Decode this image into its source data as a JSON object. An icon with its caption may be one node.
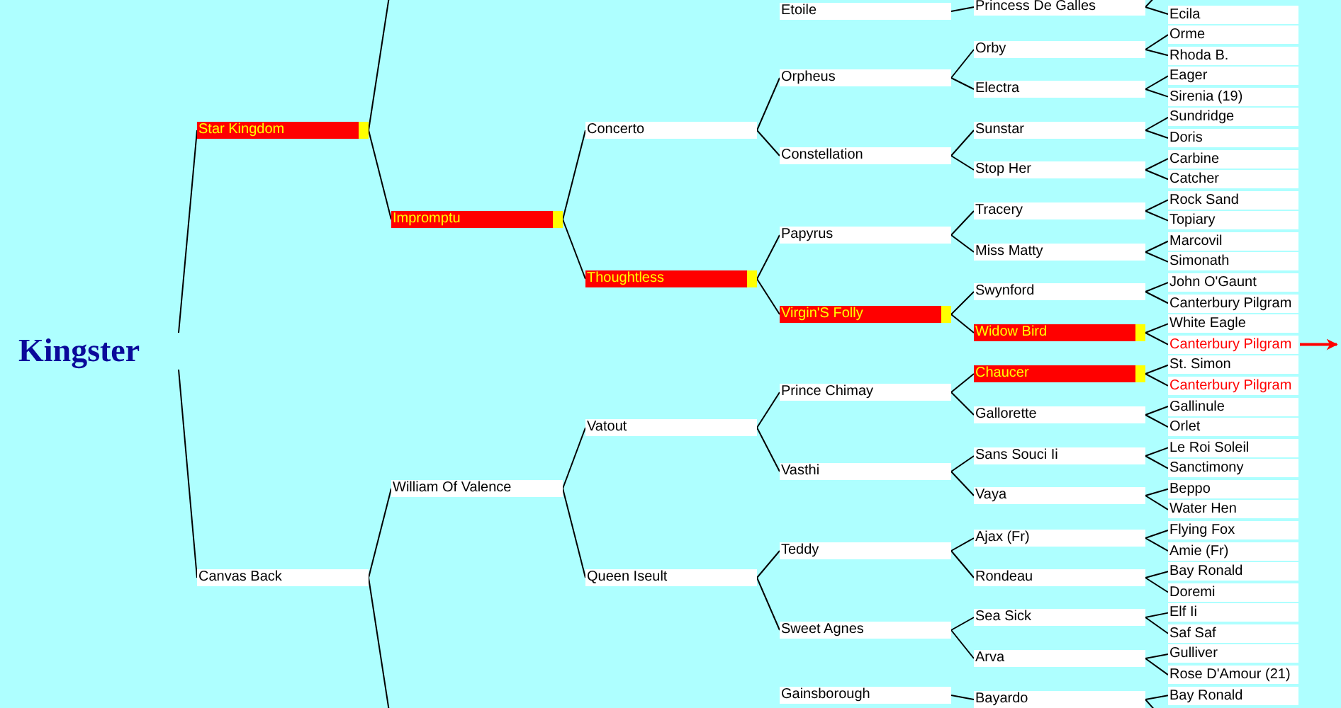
{
  "diagram": {
    "nodes": [
      {
        "text": [
          "Kingster"
        ]
      },
      {
        "text": [
          "Star Kingdom"
        ]
      },
      {
        "text": [
          "Canvas Back"
        ]
      },
      {
        "text": [
          "Impromptu"
        ]
      },
      {
        "text": [
          "William Of Valence"
        ]
      },
      {
        "text": [
          "Concerto"
        ]
      },
      {
        "text": [
          "Thoughtless"
        ]
      },
      {
        "text": [
          "Vatout"
        ]
      },
      {
        "text": [
          "Queen Iseult"
        ]
      },
      {
        "text": [
          "Etoile"
        ]
      },
      {
        "text": [
          "Orpheus"
        ]
      },
      {
        "text": [
          "Constellation"
        ]
      },
      {
        "text": [
          "Papyrus"
        ]
      },
      {
        "text": [
          "Virgin'S Folly"
        ]
      },
      {
        "text": [
          "Prince Chimay"
        ]
      },
      {
        "text": [
          "Vasthi"
        ]
      },
      {
        "text": [
          "Teddy"
        ]
      },
      {
        "text": [
          "Sweet Agnes"
        ]
      },
      {
        "text": [
          "Gainsborough"
        ]
      },
      {
        "text": [
          "Princess De Galles"
        ]
      },
      {
        "text": [
          "Orby"
        ]
      },
      {
        "text": [
          "Electra"
        ]
      },
      {
        "text": [
          "Sunstar"
        ]
      },
      {
        "text": [
          "Stop Her"
        ]
      },
      {
        "text": [
          "Tracery"
        ]
      },
      {
        "text": [
          "Miss Matty"
        ]
      },
      {
        "text": [
          "Swynford"
        ]
      },
      {
        "text": [
          "Widow Bird"
        ]
      },
      {
        "text": [
          "Chaucer"
        ]
      },
      {
        "text": [
          "Gallorette"
        ]
      },
      {
        "text": [
          "Sans Souci Ii"
        ]
      },
      {
        "text": [
          "Vaya"
        ]
      },
      {
        "text": [
          "Ajax (Fr)"
        ]
      },
      {
        "text": [
          "Rondeau"
        ]
      },
      {
        "text": [
          "Sea Sick"
        ]
      },
      {
        "text": [
          "Arva"
        ]
      },
      {
        "text": [
          "Bayardo"
        ]
      },
      {
        "text": [
          "Ecila"
        ]
      },
      {
        "text": [
          "Orme"
        ]
      },
      {
        "text": [
          "Rhoda B."
        ]
      },
      {
        "text": [
          "Eager"
        ]
      },
      {
        "text": [
          "Sirenia (19)"
        ]
      },
      {
        "text": [
          "Sundridge"
        ]
      },
      {
        "text": [
          "Doris"
        ]
      },
      {
        "text": [
          "Carbine"
        ]
      },
      {
        "text": [
          "Catcher"
        ]
      },
      {
        "text": [
          "Rock Sand"
        ]
      },
      {
        "text": [
          "Topiary"
        ]
      },
      {
        "text": [
          "Marcovil"
        ]
      },
      {
        "text": [
          "Simonath"
        ]
      },
      {
        "text": [
          "John O'Gaunt"
        ]
      },
      {
        "text": [
          "Canterbury Pilgram"
        ]
      },
      {
        "text": [
          "White Eagle"
        ]
      },
      {
        "text": [
          "Canterbury Pilgram"
        ]
      },
      {
        "text": [
          "St. Simon"
        ]
      },
      {
        "text": [
          "Canterbury Pilgram"
        ]
      },
      {
        "text": [
          "Gallinule"
        ]
      },
      {
        "text": [
          "Orlet"
        ]
      },
      {
        "text": [
          "Le Roi Soleil"
        ]
      },
      {
        "text": [
          "Sanctimony"
        ]
      },
      {
        "text": [
          "Beppo"
        ]
      },
      {
        "text": [
          "Water Hen"
        ]
      },
      {
        "text": [
          "Flying Fox"
        ]
      },
      {
        "text": [
          "Amie (Fr)"
        ]
      },
      {
        "text": [
          "Bay Ronald"
        ]
      },
      {
        "text": [
          "Doremi"
        ]
      },
      {
        "text": [
          "Elf Ii"
        ]
      },
      {
        "text": [
          "Saf Saf"
        ]
      },
      {
        "text": [
          "Gulliver"
        ]
      },
      {
        "text": [
          "Rose D'Amour (21)"
        ]
      },
      {
        "text": [
          "Bay Ronald"
        ]
      }
    ],
    "edges": [
      {
        "from": 0,
        "to": 1,
        "arrow": "none"
      },
      {
        "from": 0,
        "to": 2,
        "arrow": "none"
      },
      {
        "from": 1,
        "to": null,
        "arrow": "none"
      },
      {
        "from": 1,
        "to": 3,
        "arrow": "none"
      },
      {
        "from": 2,
        "to": 4,
        "arrow": "none"
      },
      {
        "from": 2,
        "to": null,
        "arrow": "none"
      },
      {
        "from": 3,
        "to": 5,
        "arrow": "none"
      },
      {
        "from": 3,
        "to": 6,
        "arrow": "none"
      },
      {
        "from": 4,
        "to": 7,
        "arrow": "none"
      },
      {
        "from": 4,
        "to": 8,
        "arrow": "none"
      },
      {
        "from": 5,
        "to": 10,
        "arrow": "none"
      },
      {
        "from": 5,
        "to": 11,
        "arrow": "none"
      },
      {
        "from": 6,
        "to": 12,
        "arrow": "none"
      },
      {
        "from": 6,
        "to": 13,
        "arrow": "none"
      },
      {
        "from": 7,
        "to": 14,
        "arrow": "none"
      },
      {
        "from": 7,
        "to": 15,
        "arrow": "none"
      },
      {
        "from": 8,
        "to": 16,
        "arrow": "none"
      },
      {
        "from": 8,
        "to": 17,
        "arrow": "none"
      },
      {
        "from": 9,
        "to": 19,
        "arrow": "none"
      },
      {
        "from": 10,
        "to": 20,
        "arrow": "none"
      },
      {
        "from": 10,
        "to": 21,
        "arrow": "none"
      },
      {
        "from": 11,
        "to": 22,
        "arrow": "none"
      },
      {
        "from": 11,
        "to": 23,
        "arrow": "none"
      },
      {
        "from": 12,
        "to": 24,
        "arrow": "none"
      },
      {
        "from": 12,
        "to": 25,
        "arrow": "none"
      },
      {
        "from": 13,
        "to": 26,
        "arrow": "none"
      },
      {
        "from": 13,
        "to": 27,
        "arrow": "none"
      },
      {
        "from": 14,
        "to": 28,
        "arrow": "none"
      },
      {
        "from": 14,
        "to": 29,
        "arrow": "none"
      },
      {
        "from": 15,
        "to": 30,
        "arrow": "none"
      },
      {
        "from": 15,
        "to": 31,
        "arrow": "none"
      },
      {
        "from": 16,
        "to": 32,
        "arrow": "none"
      },
      {
        "from": 16,
        "to": 33,
        "arrow": "none"
      },
      {
        "from": 17,
        "to": 34,
        "arrow": "none"
      },
      {
        "from": 17,
        "to": 35,
        "arrow": "none"
      },
      {
        "from": 18,
        "to": 36,
        "arrow": "none"
      },
      {
        "from": 19,
        "to": null,
        "arrow": "none"
      },
      {
        "from": 19,
        "to": 37,
        "arrow": "none"
      },
      {
        "from": 20,
        "to": 38,
        "arrow": "none"
      },
      {
        "from": 20,
        "to": 39,
        "arrow": "none"
      },
      {
        "from": 21,
        "to": 40,
        "arrow": "none"
      },
      {
        "from": 21,
        "to": 41,
        "arrow": "none"
      },
      {
        "from": 22,
        "to": 42,
        "arrow": "none"
      },
      {
        "from": 22,
        "to": 43,
        "arrow": "none"
      },
      {
        "from": 23,
        "to": 44,
        "arrow": "none"
      },
      {
        "from": 23,
        "to": 45,
        "arrow": "none"
      },
      {
        "from": 24,
        "to": 46,
        "arrow": "none"
      },
      {
        "from": 24,
        "to": 47,
        "arrow": "none"
      },
      {
        "from": 25,
        "to": 48,
        "arrow": "none"
      },
      {
        "from": 25,
        "to": 49,
        "arrow": "none"
      },
      {
        "from": 26,
        "to": 50,
        "arrow": "none"
      },
      {
        "from": 26,
        "to": 51,
        "arrow": "none"
      },
      {
        "from": 27,
        "to": 52,
        "arrow": "none"
      },
      {
        "from": 27,
        "to": 53,
        "arrow": "none"
      },
      {
        "from": 28,
        "to": 54,
        "arrow": "none"
      },
      {
        "from": 28,
        "to": 55,
        "arrow": "none"
      },
      {
        "from": 29,
        "to": 56,
        "arrow": "none"
      },
      {
        "from": 29,
        "to": 57,
        "arrow": "none"
      },
      {
        "from": 30,
        "to": 58,
        "arrow": "none"
      },
      {
        "from": 30,
        "to": 59,
        "arrow": "none"
      },
      {
        "from": 31,
        "to": 60,
        "arrow": "none"
      },
      {
        "from": 31,
        "to": 61,
        "arrow": "none"
      },
      {
        "from": 32,
        "to": 62,
        "arrow": "none"
      },
      {
        "from": 32,
        "to": 63,
        "arrow": "none"
      },
      {
        "from": 33,
        "to": 64,
        "arrow": "none"
      },
      {
        "from": 33,
        "to": 65,
        "arrow": "none"
      },
      {
        "from": 34,
        "to": 66,
        "arrow": "none"
      },
      {
        "from": 34,
        "to": 67,
        "arrow": "none"
      },
      {
        "from": 35,
        "to": 68,
        "arrow": "none"
      },
      {
        "from": 35,
        "to": 69,
        "arrow": "none"
      },
      {
        "from": 36,
        "to": 70,
        "arrow": "none"
      },
      {
        "from": 36,
        "to": null,
        "arrow": "none"
      },
      {
        "from": 53,
        "to": null,
        "arrow": "to",
        "color": "#ff0000"
      }
    ]
  }
}
